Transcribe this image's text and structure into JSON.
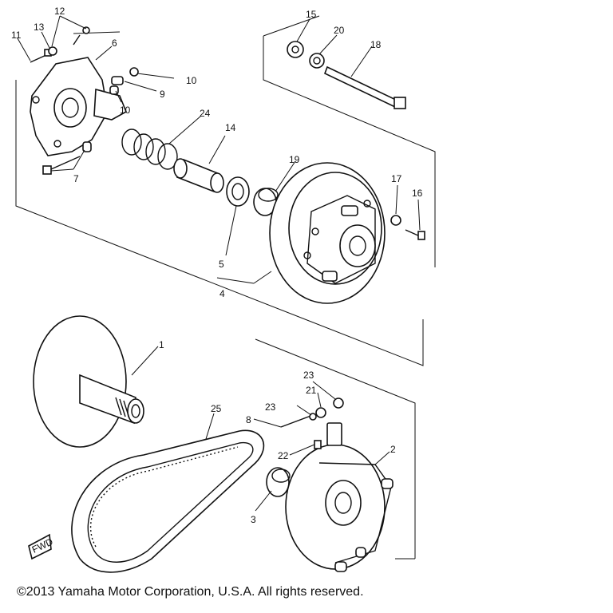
{
  "copyright": "©2013 Yamaha Motor Corporation, U.S.A. All rights reserved.",
  "badge": "FWD",
  "callouts": [
    "1",
    "2",
    "3",
    "4",
    "5",
    "6",
    "7",
    "8",
    "9",
    "10",
    "10",
    "11",
    "12",
    "13",
    "14",
    "15",
    "16",
    "17",
    "18",
    "19",
    "20",
    "21",
    "22",
    "23",
    "23",
    "24",
    "25"
  ]
}
